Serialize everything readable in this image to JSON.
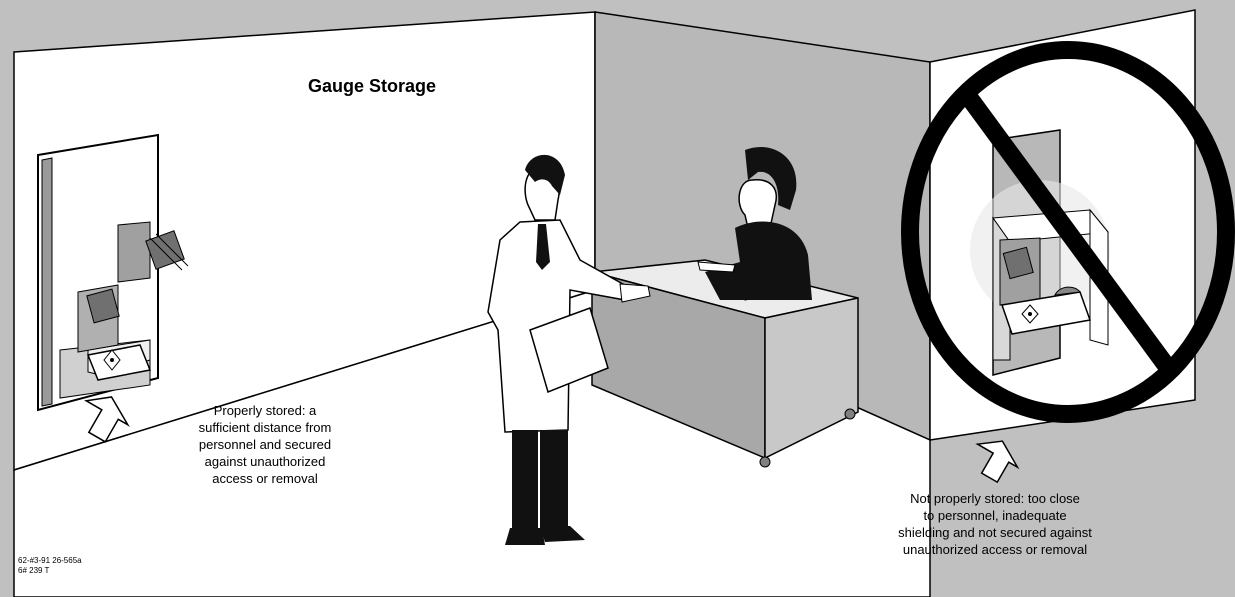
{
  "title": "Gauge Storage",
  "captions": {
    "proper": "Properly stored: a\nsufficient distance from\npersonnel and secured\nagainst unauthorized\naccess or removal",
    "improper": "Not properly stored: too close\nto personnel, inadequate\nshielding and not secured against\nunauthorized access or removal"
  },
  "figure_code": "62-#3-91 26-565a\n6# 239 T",
  "colors": {
    "background": "#c0c0c0",
    "back_wall": "#ffffff",
    "right_wall": "#b8b8b8",
    "floor": "#ffffff",
    "desk_top": "#e8e8e8",
    "desk_front": "#a8a8a8",
    "prohibition": "#000000"
  },
  "icons": [
    "radiation-symbol-icon",
    "prohibition-icon",
    "up-arrow-icon"
  ]
}
